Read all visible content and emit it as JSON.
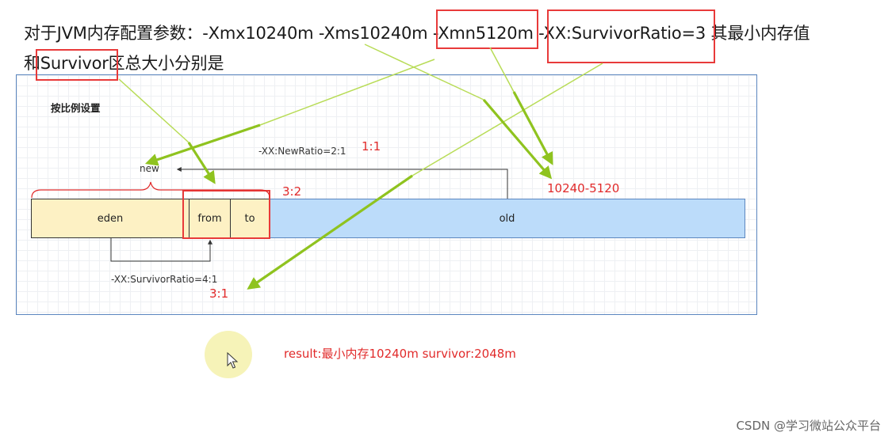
{
  "question": {
    "line1": "对于JVM内存配置参数：-Xmx10240m -Xms10240m -Xmn5120m -XX:SurvivorRatio=3 其最小内存值",
    "line2": "和Survivor区总大小分别是"
  },
  "diagram": {
    "heading": "按比例设置",
    "new_label": "new",
    "new_ratio": "-XX:NewRatio=2:1",
    "new_ratio_value": "1:1",
    "old_size": "10240-5120",
    "survivor_split": "3:2",
    "survivor_ratio": "-XX:SurvivorRatio=4:1",
    "survivor_ratio_value": "3:1",
    "regions": {
      "eden": "eden",
      "from": "from",
      "to": "to",
      "old": "old"
    }
  },
  "result": "result:最小内存10240m   survivor:2048m",
  "watermark": "CSDN @学习微站公众平台",
  "colors": {
    "red_annotation": "#e12a2a",
    "arrow_green": "#8fc31f",
    "young_fill": "#fdf1c4",
    "old_fill": "#bcdcfa",
    "frame_border": "#5b86bf"
  }
}
